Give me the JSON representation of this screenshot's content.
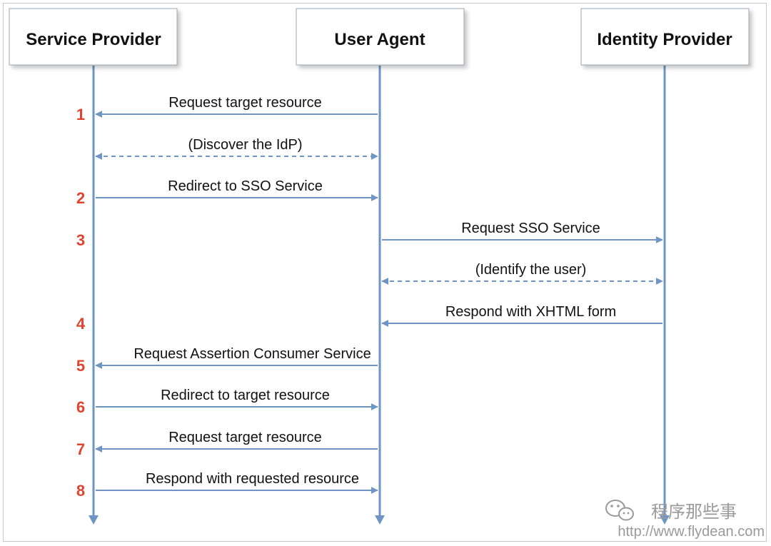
{
  "colors": {
    "lifeline": "#6f95c6",
    "step_number": "#e0432f",
    "box_border": "#9aa7b6",
    "watermark": "#9a9a9a"
  },
  "actors": {
    "service_provider": "Service Provider",
    "user_agent": "User Agent",
    "identity_provider": "Identity Provider"
  },
  "messages": [
    {
      "step": "1",
      "label": "Request target resource",
      "from": "user_agent",
      "to": "service_provider",
      "style": "solid"
    },
    {
      "step": "",
      "label": "(Discover the IdP)",
      "from": "service_provider",
      "to": "user_agent",
      "style": "dashed-bidirectional"
    },
    {
      "step": "2",
      "label": "Redirect to SSO Service",
      "from": "service_provider",
      "to": "user_agent",
      "style": "solid"
    },
    {
      "step": "3",
      "label": "Request SSO Service",
      "from": "user_agent",
      "to": "identity_provider",
      "style": "solid"
    },
    {
      "step": "",
      "label": "(Identify the user)",
      "from": "user_agent",
      "to": "identity_provider",
      "style": "dashed-bidirectional"
    },
    {
      "step": "4",
      "label": "Respond with XHTML form",
      "from": "identity_provider",
      "to": "user_agent",
      "style": "solid"
    },
    {
      "step": "5",
      "label": "Request Assertion Consumer Service",
      "from": "user_agent",
      "to": "service_provider",
      "style": "solid"
    },
    {
      "step": "6",
      "label": "Redirect to target resource",
      "from": "service_provider",
      "to": "user_agent",
      "style": "solid"
    },
    {
      "step": "7",
      "label": "Request target resource",
      "from": "user_agent",
      "to": "service_provider",
      "style": "solid"
    },
    {
      "step": "8",
      "label": "Respond with requested resource",
      "from": "service_provider",
      "to": "user_agent",
      "style": "solid"
    }
  ],
  "watermark": {
    "icon": "wechat-icon",
    "name": "程序那些事",
    "url": "http://www.flydean.com"
  }
}
